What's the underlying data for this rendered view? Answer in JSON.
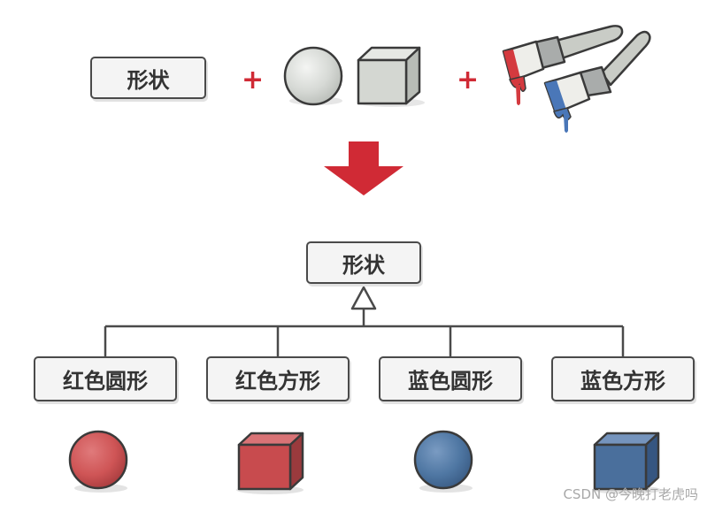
{
  "top": {
    "shape_label": "形状",
    "plus_symbol": "+"
  },
  "parent_label": "形状",
  "children": [
    {
      "label": "红色圆形",
      "color": "#cf5556",
      "shape": "sphere"
    },
    {
      "label": "红色方形",
      "color": "#c84b4e",
      "shape": "cube"
    },
    {
      "label": "蓝色圆形",
      "color": "#4f77a3",
      "shape": "sphere"
    },
    {
      "label": "蓝色方形",
      "color": "#4a6f9c",
      "shape": "cube"
    }
  ],
  "colors": {
    "accent_red": "#d02a35",
    "brush_red": "#d43a3f",
    "brush_blue": "#4a77b8",
    "neutral_shape": "#d9dcd8"
  },
  "watermark": "CSDN @今晚打老虎吗"
}
